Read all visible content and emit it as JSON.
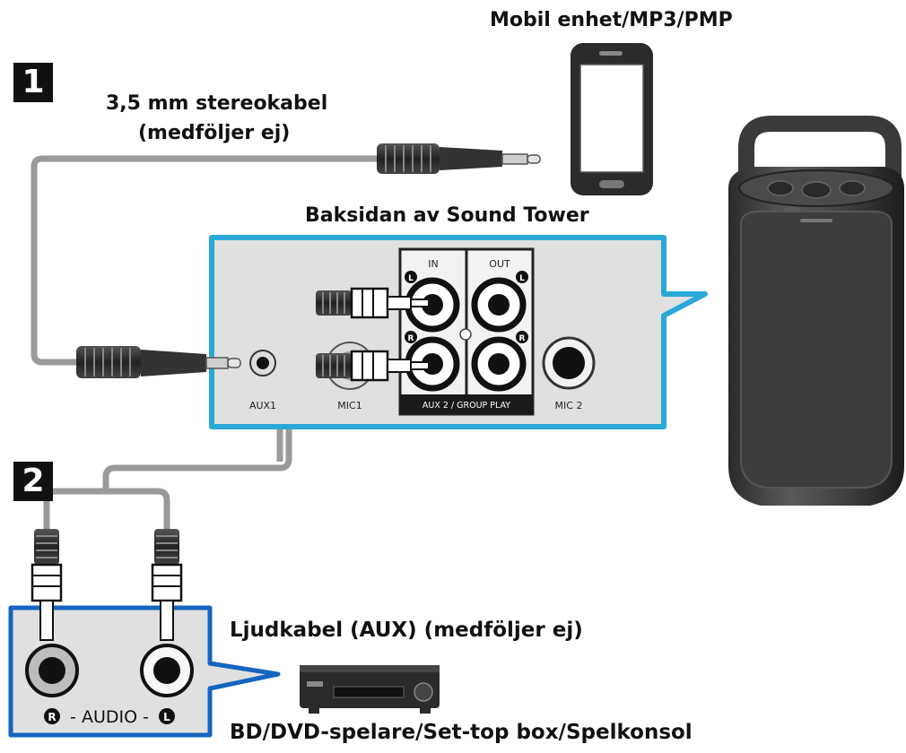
{
  "steps": [
    "1",
    "2"
  ],
  "labels": {
    "mobile_device": "Mobil enhet/MP3/PMP",
    "stereo_cable_line1": "3,5 mm stereokabel",
    "stereo_cable_line2": "(medföljer ej)",
    "rear_panel_title": "Baksidan av Sound Tower",
    "aux_cable": "Ljudkabel (AUX) (medföljer ej)",
    "source_device": "BD/DVD-spelare/Set-top box/Spelkonsol"
  },
  "panel": {
    "aux1": "AUX1",
    "mic1": "MIC1",
    "in": "IN",
    "out": "OUT",
    "aux2_group_play": "AUX 2 / GROUP PLAY",
    "mic2": "MIC 2",
    "left_marker": "L",
    "right_marker": "R"
  },
  "source_panel": {
    "audio": "- AUDIO -",
    "r": "R",
    "l": "L"
  },
  "colors": {
    "highlight": "#2aa8d8",
    "source_frame": "#1565c0",
    "panel_fill": "#e0e0e0",
    "cable": "#9a9a9a",
    "speaker_body": "#333333"
  },
  "icons": [
    "smartphone-icon",
    "speaker-icon",
    "dvd-player-icon",
    "jack-plug-icon",
    "rca-plug-icon"
  ]
}
